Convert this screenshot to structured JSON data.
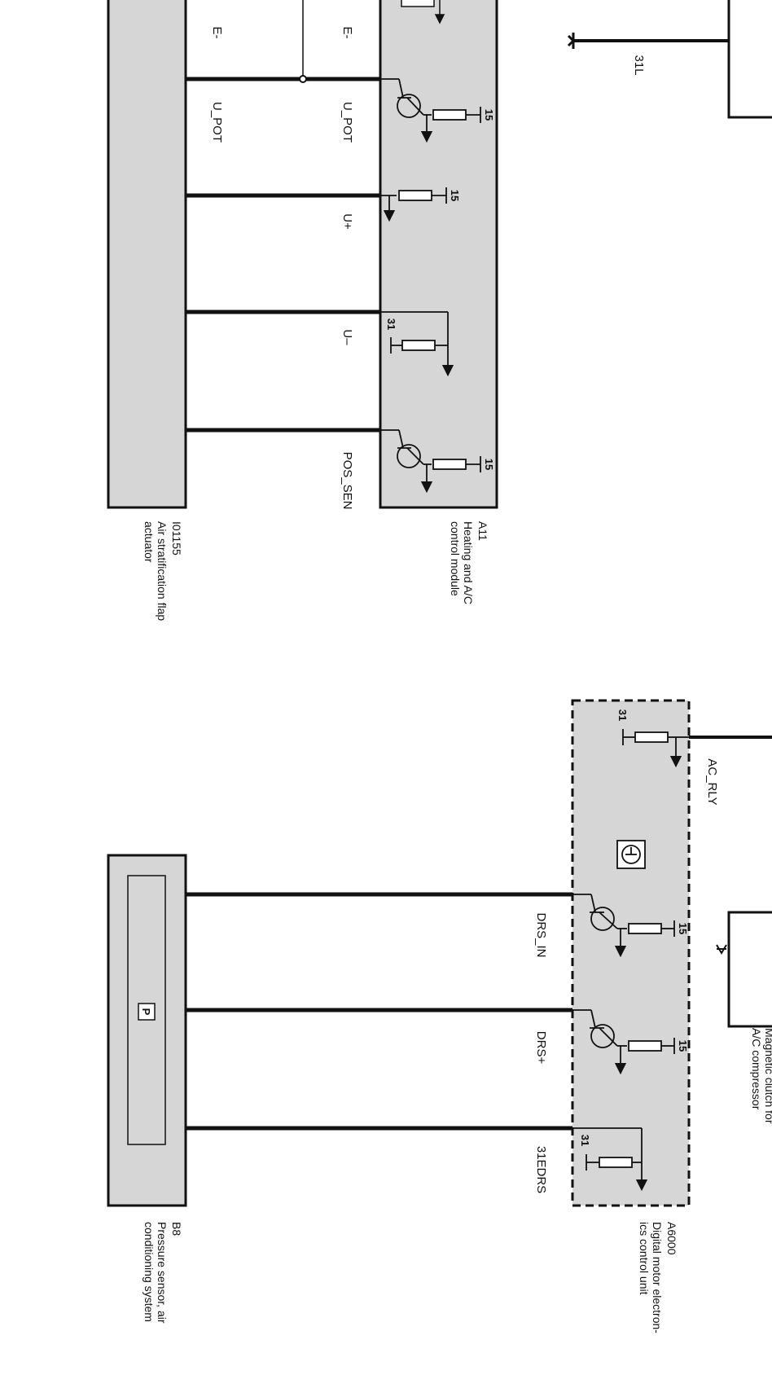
{
  "colors": {
    "module_fill": "#d6d6d6",
    "line": "#111111",
    "background": "#ffffff"
  },
  "components": {
    "a11": {
      "id": "A11",
      "line1": "Heating and A/C",
      "line2": "control module"
    },
    "i01155": {
      "id": "I01155",
      "line1": "Air stratification flap",
      "line2": "actuator"
    },
    "a6000": {
      "id": "A6000",
      "line1": "Digital motor electron-",
      "line2": "ics control unit"
    },
    "b8": {
      "id": "B8",
      "line1": "Pressure sensor, air",
      "line2": "conditioning system"
    },
    "compressor": {
      "line1": "Magnetic clutch for",
      "line2": "A/C compressor"
    }
  },
  "signals": {
    "u_pot_module": "U_POT",
    "u_pot_actuator": "U_POT",
    "u_plus": "U+",
    "u_minus": "U–",
    "pos_sen": "POS_SEN",
    "top_partial_1": "E-",
    "top_partial_2": "E-",
    "ac_rly": "AC_RLY",
    "drs_in": "DRS_IN",
    "drs_plus": "DRS+",
    "edrs": "31EDRS",
    "ground_31l": "31L"
  },
  "terminals": {
    "t15": "15",
    "t31": "31"
  },
  "sensor_symbol": "P"
}
